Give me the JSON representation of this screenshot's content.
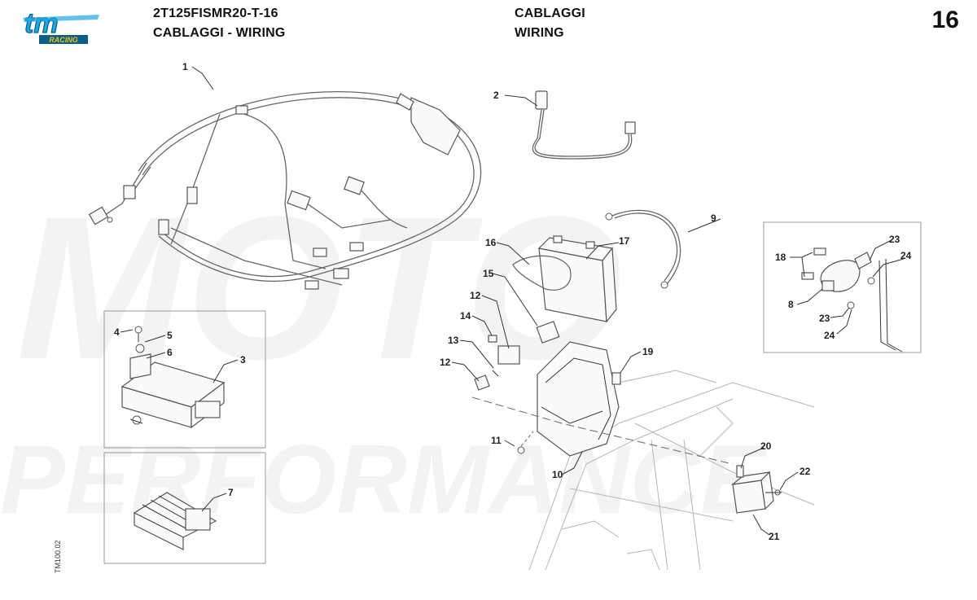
{
  "header": {
    "code": "2T125FISMR20-T-16",
    "title": "CABLAGGI - WIRING",
    "title_it": "CABLAGGI",
    "title_en": "WIRING",
    "page_number": "16"
  },
  "logo": {
    "text": "tm",
    "sub": "RACING",
    "color": "#1fa8e0",
    "accent": "#f2c20e"
  },
  "doc_ref": "TM100.02",
  "watermark": {
    "line1": "MOTO",
    "line2": "PERFORMANCE"
  },
  "callouts": [
    "1",
    "2",
    "3",
    "4",
    "5",
    "6",
    "7",
    "8",
    "9",
    "10",
    "11",
    "12",
    "12",
    "13",
    "14",
    "15",
    "16",
    "17",
    "18",
    "19",
    "20",
    "21",
    "22",
    "23",
    "23",
    "24",
    "24"
  ]
}
